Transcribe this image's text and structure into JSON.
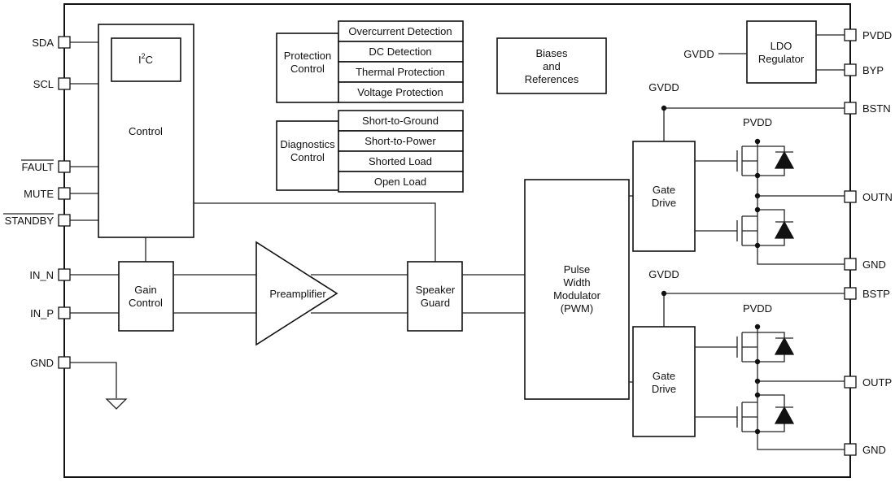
{
  "pins_left": {
    "sda": "SDA",
    "scl": "SCL",
    "fault": "FAULT",
    "mute": "MUTE",
    "standby": "STANDBY",
    "in_n": "IN_N",
    "in_p": "IN_P",
    "gnd": "GND"
  },
  "pins_right": {
    "pvdd": "PVDD",
    "byp": "BYP",
    "bstn": "BSTN",
    "outn": "OUTN",
    "gnd_n": "GND",
    "bstp": "BSTP",
    "outp": "OUTP",
    "gnd_p": "GND"
  },
  "blocks": {
    "i2c_main": "I",
    "i2c_sup": "2",
    "i2c_tail": "C",
    "control": "Control",
    "protection_control": [
      "Protection",
      "Control"
    ],
    "protection_items": [
      "Overcurrent Detection",
      "DC Detection",
      "Thermal Protection",
      "Voltage Protection"
    ],
    "diagnostics_control": [
      "Diagnostics",
      "Control"
    ],
    "diagnostics_items": [
      "Short-to-Ground",
      "Short-to-Power",
      "Shorted Load",
      "Open Load"
    ],
    "biases": [
      "Biases",
      "and",
      "References"
    ],
    "ldo": [
      "LDO",
      "Regulator"
    ],
    "gain_control": [
      "Gain",
      "Control"
    ],
    "preamplifier": "Preamplifier",
    "speaker_guard": [
      "Speaker",
      "Guard"
    ],
    "pwm": [
      "Pulse",
      "Width",
      "Modulator",
      "(PWM)"
    ],
    "gate_drive_top": [
      "Gate",
      "Drive"
    ],
    "gate_drive_bottom": [
      "Gate",
      "Drive"
    ]
  },
  "net_labels": {
    "gvdd_ldo": "GVDD",
    "gvdd_top": "GVDD",
    "gvdd_bottom": "GVDD",
    "pvdd_top": "PVDD",
    "pvdd_bottom": "PVDD"
  }
}
